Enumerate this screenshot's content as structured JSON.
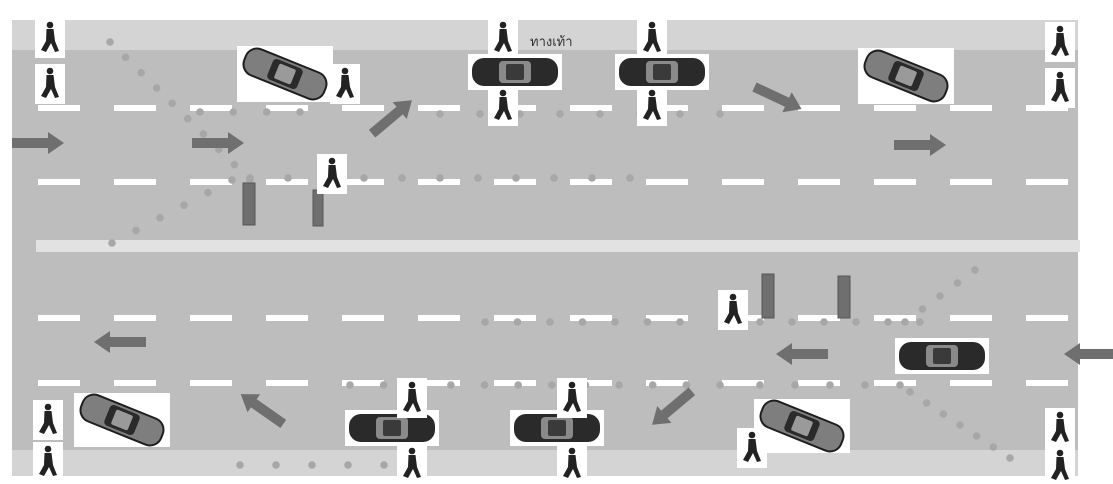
{
  "diagram": {
    "sidewalk_label": "ทางเท้า",
    "colors": {
      "background": "#ffffff",
      "road": "#bdbdbd",
      "sidewalk": "#d4d4d4",
      "median": "#e2e2e2",
      "lane_marking": "#ffffff",
      "arrow": "#6f6f6f",
      "post": "#6f6f6f",
      "dot": "#a7a7a7",
      "car_light": "#7e7e7e",
      "car_dark": "#2a2a2a",
      "car_window": "#9a9a9a",
      "pedestrian": "#222222"
    },
    "icons": [
      "pedestrian-icon",
      "car-icon",
      "direction-arrow",
      "bollard"
    ]
  }
}
